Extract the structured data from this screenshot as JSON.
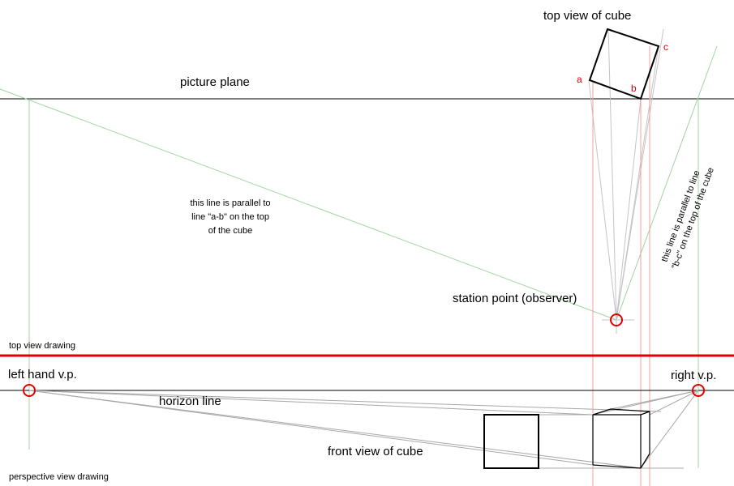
{
  "labels": {
    "top_view_of_cube": "top view of cube",
    "picture_plane": "picture plane",
    "corner_a": "a",
    "corner_b": "b",
    "corner_c": "c",
    "note_ab_line1": "this line is parallel to",
    "note_ab_line2": "line \"a-b\" on the top",
    "note_ab_line3": "of the cube",
    "note_bc_line1": "this line is parallel to line",
    "note_bc_line2": "\"b-c\" on the top of the cube",
    "station_point": "station point (observer)",
    "top_view_drawing": "top view drawing",
    "left_vp": "left hand v.p.",
    "right_vp": "right v.p.",
    "horizon_line": "horizon line",
    "front_view_of_cube": "front view of cube",
    "perspective_view_drawing": "perspective view drawing"
  },
  "colors": {
    "construction_green": "#9fd49f",
    "construction_red": "#f2a0a0",
    "construction_gray": "#bdbdbd",
    "divider_red": "#e00000",
    "marker_red": "#e00000",
    "line_black": "#000000"
  }
}
